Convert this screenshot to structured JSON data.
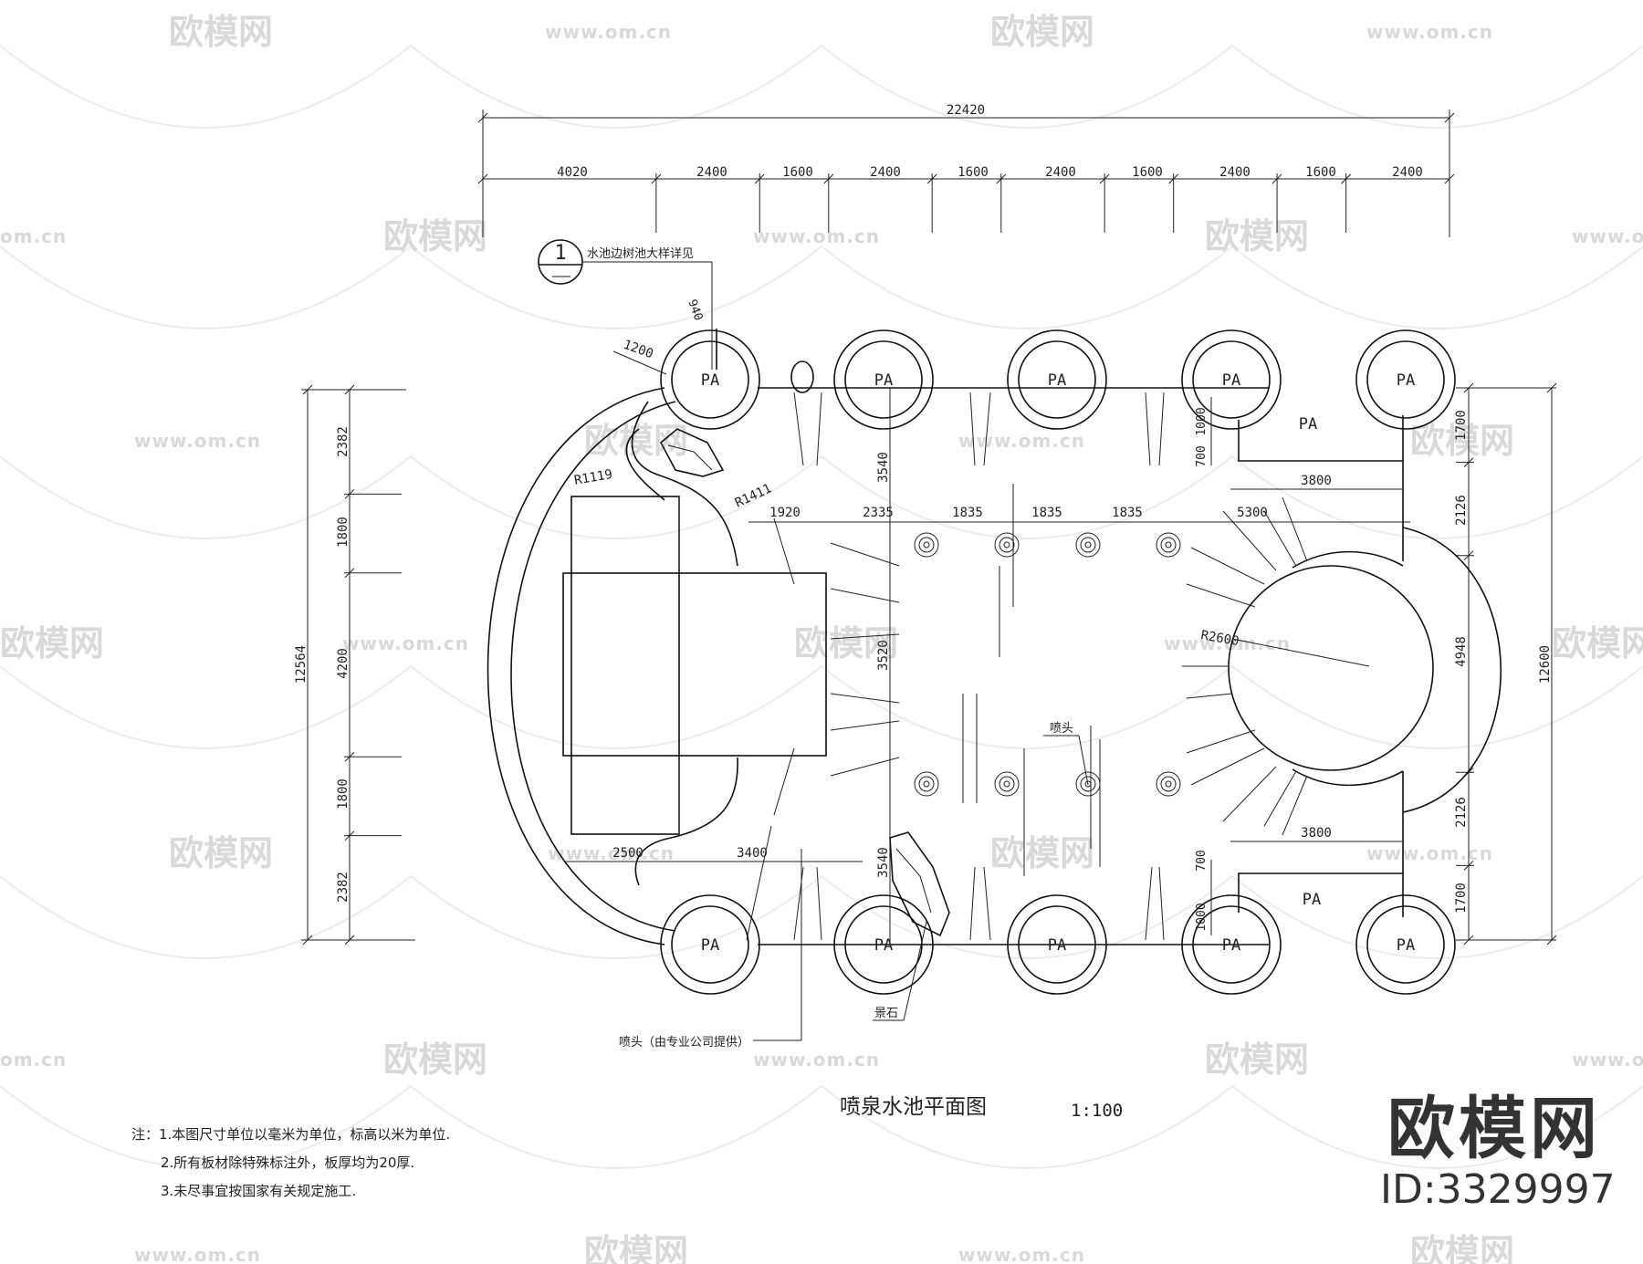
{
  "drawing": {
    "title": "喷泉水池平面图",
    "scale": "1:100",
    "top_dims": {
      "overall": "22420",
      "segments": [
        "4020",
        "2400",
        "1600",
        "2400",
        "1600",
        "2400",
        "1600",
        "2400",
        "1600",
        "2400"
      ]
    },
    "left_dims": {
      "overall": "12564",
      "segments": [
        "2382",
        "1800",
        "4200",
        "1800",
        "2382"
      ]
    },
    "right_dims": {
      "overall": "12600",
      "segments": [
        "1700",
        "2126",
        "4948",
        "2126",
        "1700"
      ]
    },
    "inner_dims": {
      "top_row": [
        "1920",
        "2335",
        "1835",
        "1835",
        "1835",
        "5300"
      ],
      "bottom_row": [
        "2500",
        "3400"
      ],
      "vertical_left": [
        "3540",
        "3520",
        "3540"
      ],
      "radii": [
        "R1119",
        "R1411",
        "R2600"
      ],
      "planter_top": [
        "1200",
        "940"
      ],
      "corner_top": [
        "1000",
        "700",
        "3800"
      ],
      "corner_bottom": [
        "3800",
        "700",
        "1000"
      ]
    },
    "planter_label": "PA",
    "detail_callout": {
      "number": "1",
      "text": "水池边树池大样详见"
    },
    "labels": {
      "nozzle": "喷头",
      "rock": "景石",
      "nozzle_note": "喷头（由专业公司提供）"
    }
  },
  "notes": [
    "注：1.本图尺寸单位以毫米为单位，标高以米为单位.",
    "2.所有板材除特殊标注外，板厚均为20厚.",
    "3.未尽事宜按国家有关规定施工."
  ],
  "watermark": {
    "brand": "欧模网",
    "url": "www.om.cn",
    "url_short": "om.cn",
    "id": "ID:3329997"
  }
}
